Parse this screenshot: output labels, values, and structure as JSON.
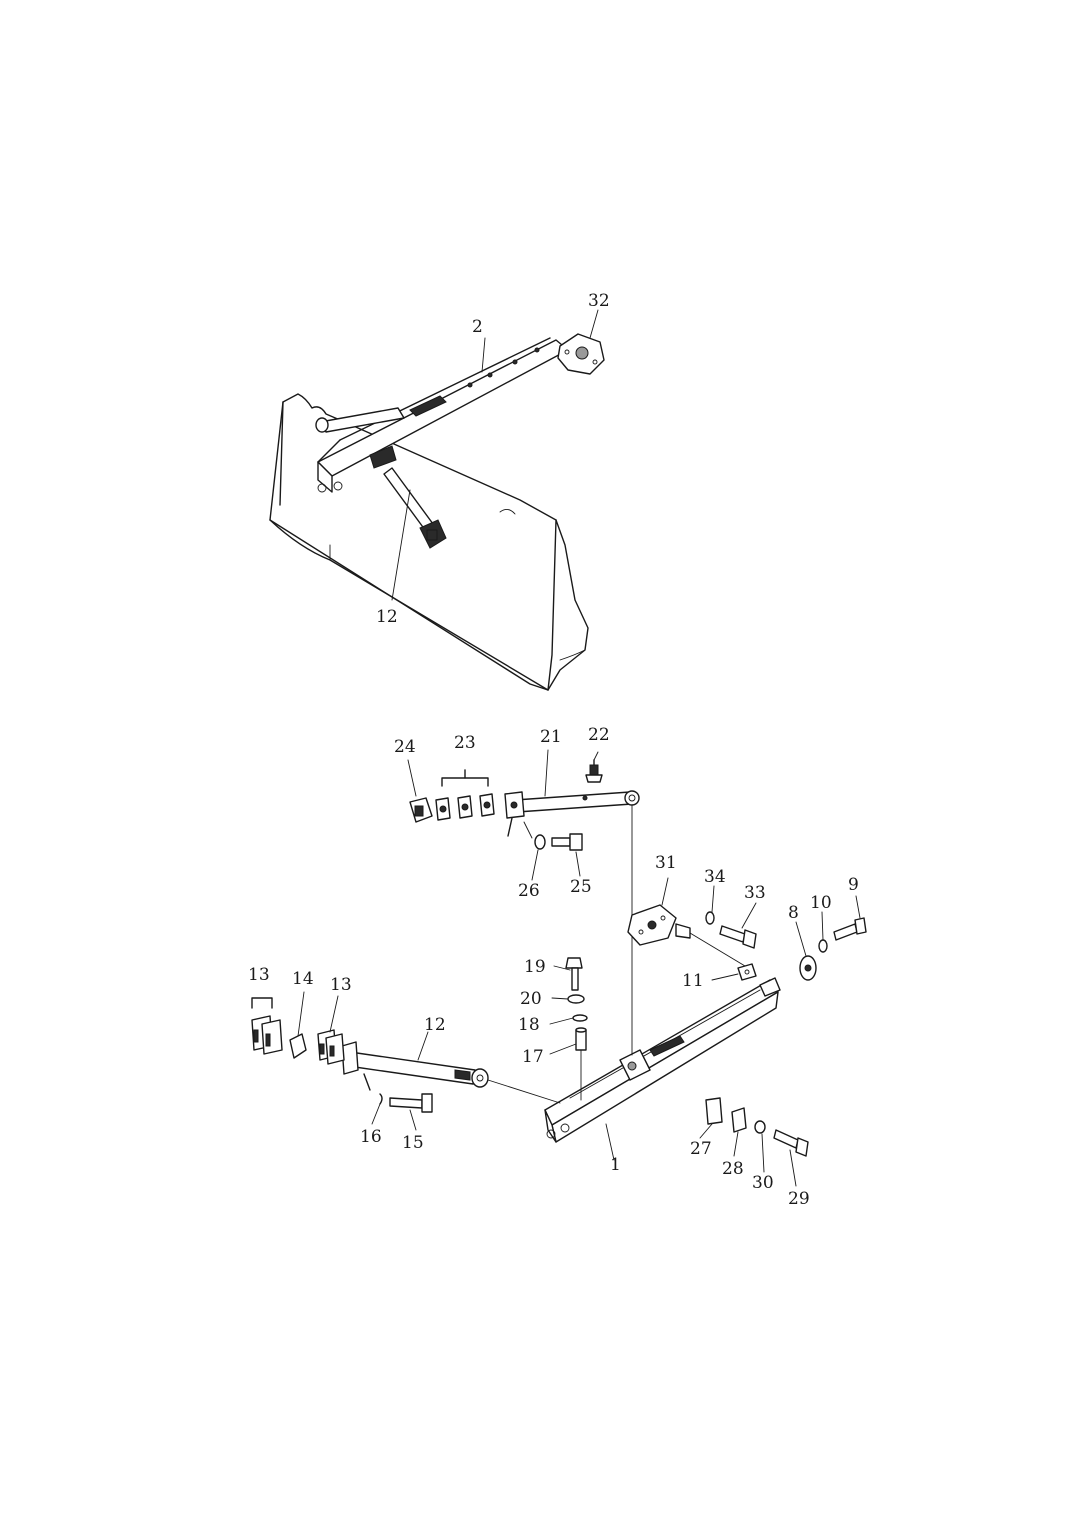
{
  "top_view": {
    "labels": [
      {
        "id": "lbl-top-2",
        "text": "2"
      },
      {
        "id": "lbl-top-32",
        "text": "32"
      },
      {
        "id": "lbl-top-12",
        "text": "12"
      }
    ]
  },
  "exploded_view": {
    "labels": [
      {
        "id": "lbl-24",
        "text": "24"
      },
      {
        "id": "lbl-23",
        "text": "23"
      },
      {
        "id": "lbl-21",
        "text": "21"
      },
      {
        "id": "lbl-22",
        "text": "22"
      },
      {
        "id": "lbl-26",
        "text": "26"
      },
      {
        "id": "lbl-25",
        "text": "25"
      },
      {
        "id": "lbl-31",
        "text": "31"
      },
      {
        "id": "lbl-34",
        "text": "34"
      },
      {
        "id": "lbl-33",
        "text": "33"
      },
      {
        "id": "lbl-8",
        "text": "8"
      },
      {
        "id": "lbl-10",
        "text": "10"
      },
      {
        "id": "lbl-9",
        "text": "9"
      },
      {
        "id": "lbl-19",
        "text": "19"
      },
      {
        "id": "lbl-20",
        "text": "20"
      },
      {
        "id": "lbl-18",
        "text": "18"
      },
      {
        "id": "lbl-17",
        "text": "17"
      },
      {
        "id": "lbl-11",
        "text": "11"
      },
      {
        "id": "lbl-13a",
        "text": "13"
      },
      {
        "id": "lbl-14",
        "text": "14"
      },
      {
        "id": "lbl-13b",
        "text": "13"
      },
      {
        "id": "lbl-12",
        "text": "12"
      },
      {
        "id": "lbl-16",
        "text": "16"
      },
      {
        "id": "lbl-15",
        "text": "15"
      },
      {
        "id": "lbl-1",
        "text": "1"
      },
      {
        "id": "lbl-27",
        "text": "27"
      },
      {
        "id": "lbl-28",
        "text": "28"
      },
      {
        "id": "lbl-30",
        "text": "30"
      },
      {
        "id": "lbl-29",
        "text": "29"
      }
    ]
  }
}
